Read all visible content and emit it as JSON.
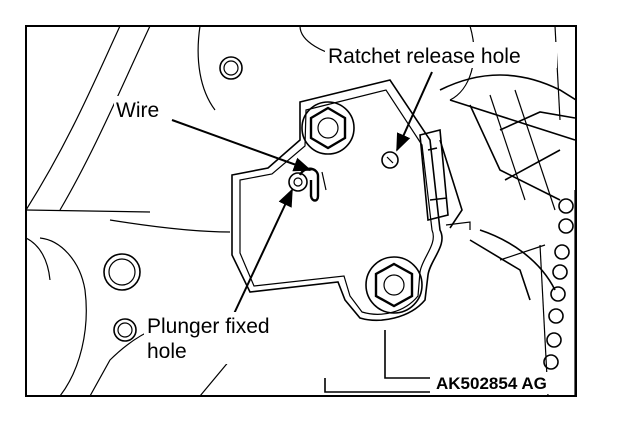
{
  "labels": {
    "ratchet_release_hole": "Ratchet release hole",
    "wire": "Wire",
    "plunger_fixed_hole_line1": "Plunger fixed",
    "plunger_fixed_hole_line2": "hole"
  },
  "figure_code": "AK502854 AG"
}
